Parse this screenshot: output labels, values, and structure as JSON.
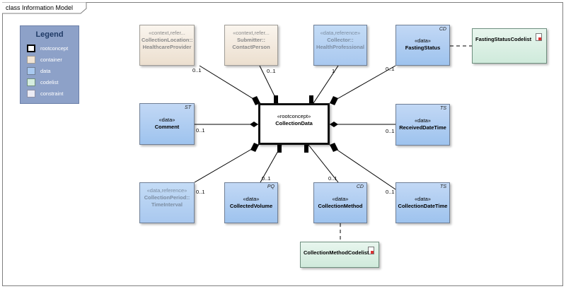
{
  "frame": {
    "title": "class Information Model"
  },
  "legend": {
    "title": "Legend",
    "items": [
      {
        "label": "rootconcept",
        "color": "#ffffff",
        "border": "#000000"
      },
      {
        "label": "container",
        "color": "#f1e4d4",
        "border": "#9f9c96"
      },
      {
        "label": "data",
        "color": "#a9c9f0",
        "border": "#6f7f96"
      },
      {
        "label": "codelist",
        "color": "#d5eddf",
        "border": "#6f8f7f"
      },
      {
        "label": "constraint",
        "color": "#ebebf4",
        "border": "#8b8fa6"
      }
    ]
  },
  "nodes": {
    "collection_data": {
      "stereotype": "«rootconcept»",
      "name": "CollectionData"
    },
    "collection_location": {
      "stereotype": "«context,refer...",
      "name": "CollectionLocation::",
      "sub": "HealthcareProvider"
    },
    "submitter": {
      "stereotype": "«context,refer...",
      "name": "Submitter::",
      "sub": "ContactPerson"
    },
    "collector": {
      "stereotype": "«data,reference»",
      "name": "Collector::",
      "sub": "HealthProfessional"
    },
    "fasting_status": {
      "stereotype": "«data»",
      "name": "FastingStatus",
      "tag": "CD"
    },
    "fasting_status_codelist": {
      "name": "FastingStatusCodelist"
    },
    "comment": {
      "stereotype": "«data»",
      "name": "Comment",
      "tag": "ST"
    },
    "received_date_time": {
      "stereotype": "«data»",
      "name": "ReceivedDateTime",
      "tag": "TS"
    },
    "collection_period": {
      "stereotype": "«data,reference»",
      "name": "CollectionPeriod::",
      "sub": "TimeInterval"
    },
    "collected_volume": {
      "stereotype": "«data»",
      "name": "CollectedVolume",
      "tag": "PQ"
    },
    "collection_method": {
      "stereotype": "«data»",
      "name": "CollectionMethod",
      "tag": "CD"
    },
    "collection_date_time": {
      "stereotype": "«data»",
      "name": "CollectionDateTime",
      "tag": "TS"
    },
    "collection_method_codelist": {
      "name": "CollectionMethodCodelist"
    }
  },
  "multiplicities": {
    "collection_location": "0..1",
    "submitter": "0..1",
    "collector": "1",
    "fasting_status": "0..1",
    "comment": "0..1",
    "received_date_time": "0..1",
    "collection_period": "0..1",
    "collected_volume": "0..1",
    "collection_method": "0..1",
    "collection_date_time": "0..1"
  }
}
